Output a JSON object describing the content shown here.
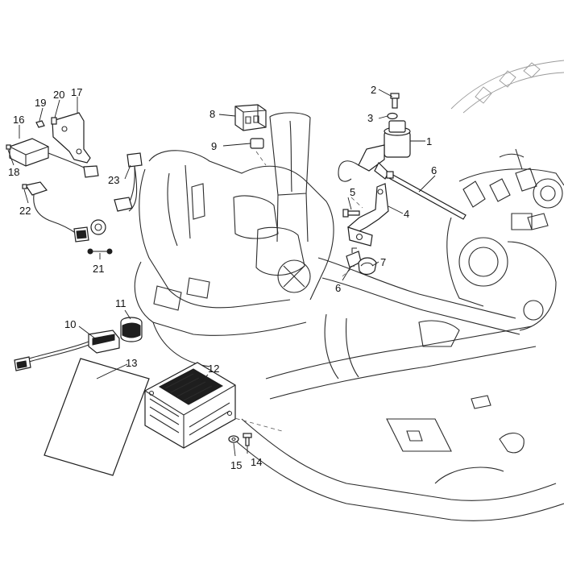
{
  "diagram": {
    "callouts": [
      {
        "id": "c1",
        "label": "1"
      },
      {
        "id": "c2",
        "label": "2"
      },
      {
        "id": "c3",
        "label": "3"
      },
      {
        "id": "c4",
        "label": "4"
      },
      {
        "id": "c5",
        "label": "5"
      },
      {
        "id": "c6a",
        "label": "6"
      },
      {
        "id": "c6b",
        "label": "6"
      },
      {
        "id": "c7",
        "label": "7"
      },
      {
        "id": "c8",
        "label": "8"
      },
      {
        "id": "c9",
        "label": "9"
      },
      {
        "id": "c10",
        "label": "10"
      },
      {
        "id": "c11",
        "label": "11"
      },
      {
        "id": "c12",
        "label": "12"
      },
      {
        "id": "c13",
        "label": "13"
      },
      {
        "id": "c14",
        "label": "14"
      },
      {
        "id": "c15",
        "label": "15"
      },
      {
        "id": "c16",
        "label": "16"
      },
      {
        "id": "c17",
        "label": "17"
      },
      {
        "id": "c18",
        "label": "18"
      },
      {
        "id": "c19",
        "label": "19"
      },
      {
        "id": "c20",
        "label": "20"
      },
      {
        "id": "c21",
        "label": "21"
      },
      {
        "id": "c22",
        "label": "22"
      },
      {
        "id": "c23",
        "label": "23"
      }
    ]
  }
}
